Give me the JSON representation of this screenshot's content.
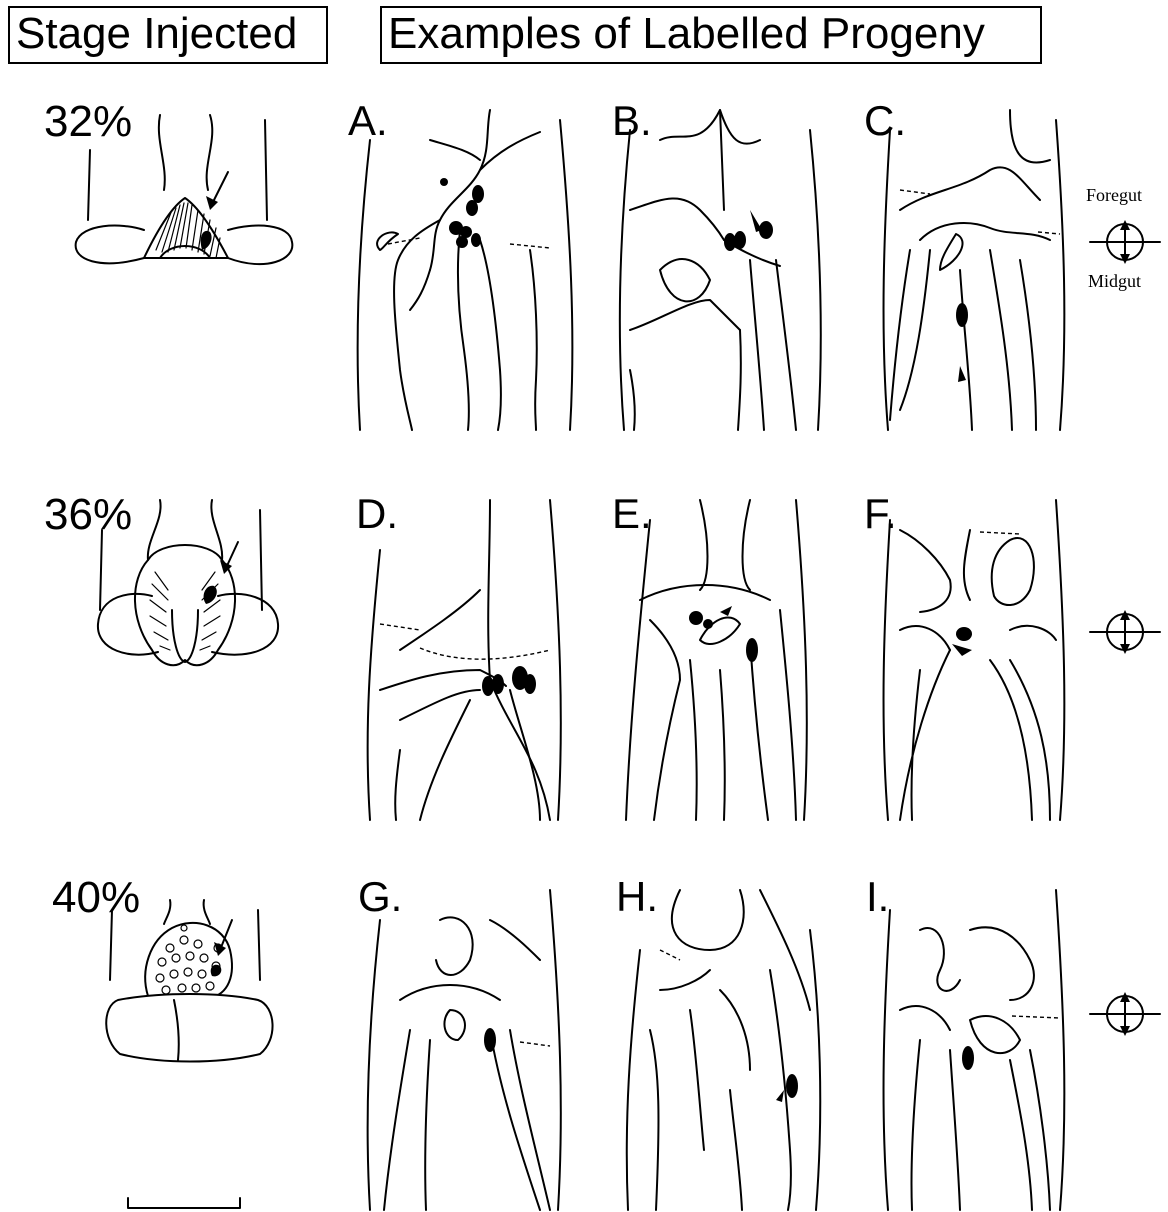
{
  "header": {
    "stage_title": "Stage Injected",
    "examples_title": "Examples of Labelled Progeny"
  },
  "stages": [
    {
      "label": "32%"
    },
    {
      "label": "36%"
    },
    {
      "label": "40%"
    }
  ],
  "panels": [
    "A.",
    "B.",
    "C.",
    "D.",
    "E.",
    "F.",
    "G.",
    "H.",
    "I."
  ],
  "orientation": {
    "top_label": "Foregut",
    "bottom_label": "Midgut"
  },
  "icons": [
    "orientation-compass-icon",
    "arrow-icon"
  ],
  "colors": {
    "ink": "#000000",
    "paper": "#ffffff"
  }
}
